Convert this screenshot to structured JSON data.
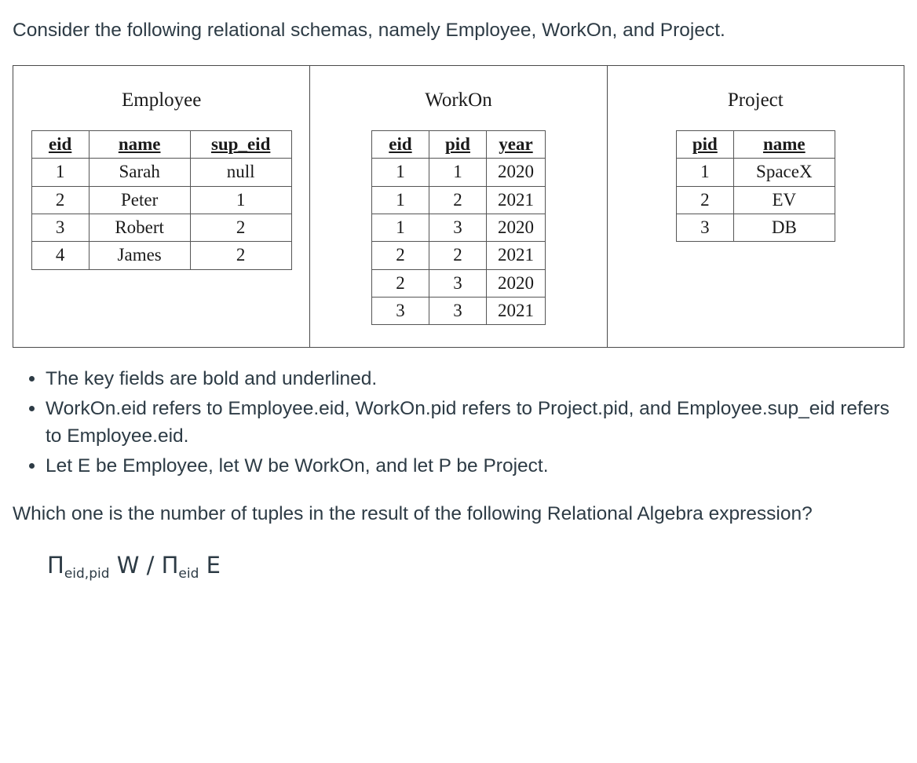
{
  "intro": "Consider the following relational schemas, namely Employee, WorkOn, and Project.",
  "tables": [
    {
      "title": "Employee",
      "headers": [
        "eid",
        "name",
        "sup_eid"
      ],
      "rows": [
        [
          "1",
          "Sarah",
          "null"
        ],
        [
          "2",
          "Peter",
          "1"
        ],
        [
          "3",
          "Robert",
          "2"
        ],
        [
          "4",
          "James",
          "2"
        ]
      ]
    },
    {
      "title": "WorkOn",
      "headers": [
        "eid",
        "pid",
        "year"
      ],
      "rows": [
        [
          "1",
          "1",
          "2020"
        ],
        [
          "1",
          "2",
          "2021"
        ],
        [
          "1",
          "3",
          "2020"
        ],
        [
          "2",
          "2",
          "2021"
        ],
        [
          "2",
          "3",
          "2020"
        ],
        [
          "3",
          "3",
          "2021"
        ]
      ]
    },
    {
      "title": "Project",
      "headers": [
        "pid",
        "name"
      ],
      "rows": [
        [
          "1",
          "SpaceX"
        ],
        [
          "2",
          "EV"
        ],
        [
          "3",
          "DB"
        ]
      ]
    }
  ],
  "notes": [
    "The key fields are bold and underlined.",
    "WorkOn.eid refers to Employee.eid, WorkOn.pid refers to Project.pid, and Employee.sup_eid refers to Employee.eid.",
    "Let E be Employee, let W be WorkOn, and let P be Project."
  ],
  "question": "Which one is the number of tuples in the result of the following Relational Algebra expression?",
  "expression": {
    "pi1": "Π",
    "sub1": "eid,pid",
    "operand1": " W / ",
    "pi2": "Π",
    "sub2": "eid",
    "operand2": " E"
  }
}
